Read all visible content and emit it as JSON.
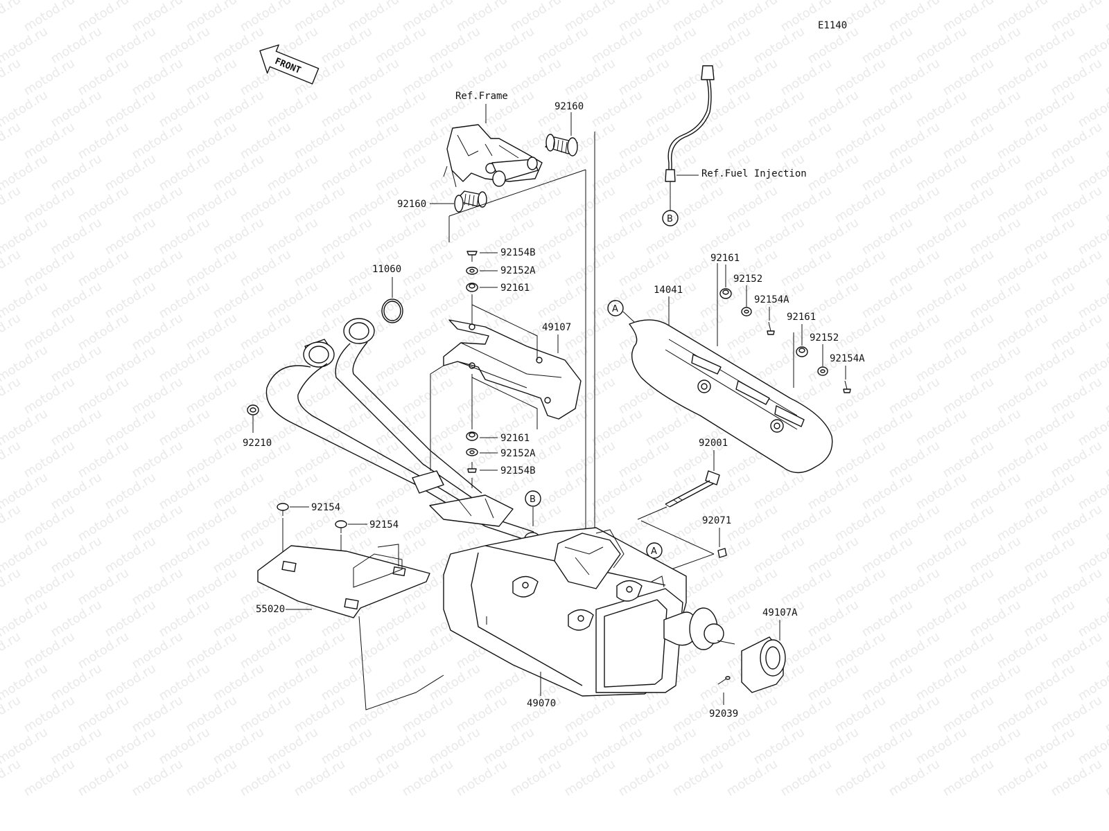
{
  "diagram_code": "E1140",
  "watermark": "motod.ru",
  "front_arrow_label": "FRONT",
  "references": {
    "frame": "Ref.Frame",
    "fuel_injection": "Ref.Fuel Injection"
  },
  "markers": {
    "a": "A",
    "b": "B"
  },
  "parts": {
    "p92160_top": "92160",
    "p92160_left": "92160",
    "p92154B_top": "92154B",
    "p92152A_top": "92152A",
    "p92161_top": "92161",
    "p11060": "11060",
    "p49107": "49107",
    "p92161_low": "92161",
    "p92152A_low": "92152A",
    "p92154B_low": "92154B",
    "p92210": "92210",
    "p14041": "14041",
    "p92161_r1": "92161",
    "p92152_r1": "92152",
    "p92154A_r1": "92154A",
    "p92161_r2": "92161",
    "p92152_r2": "92152",
    "p92154A_r2": "92154A",
    "p92001": "92001",
    "p92071": "92071",
    "p92154_a": "92154",
    "p92154_b": "92154",
    "p55020": "55020",
    "p49107A": "49107A",
    "p49070": "49070",
    "p92039": "92039"
  }
}
